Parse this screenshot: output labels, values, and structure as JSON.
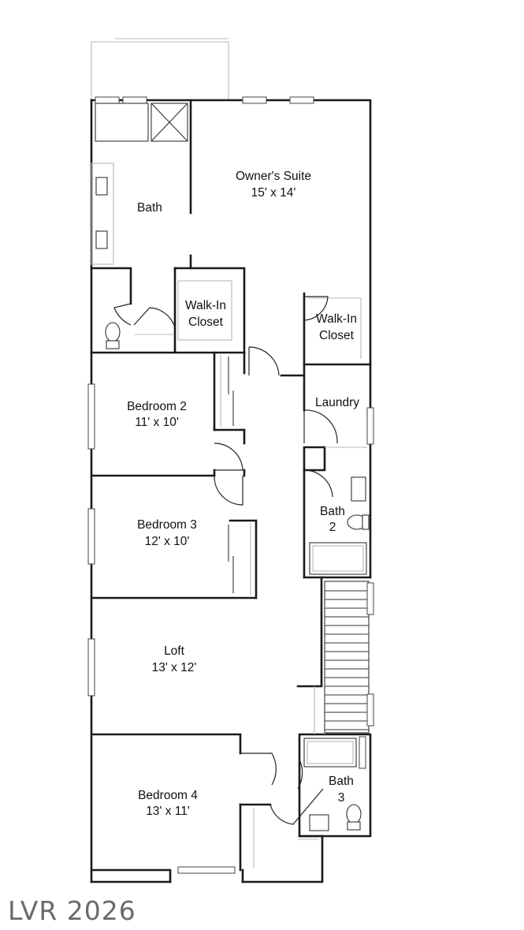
{
  "rooms": [
    {
      "id": "owners-suite",
      "name": "Owner's Suite",
      "size": "15' x 14'"
    },
    {
      "id": "owners-bath",
      "name": "Bath",
      "size": ""
    },
    {
      "id": "walk-in-closet-left",
      "name_line1": "Walk-In",
      "name_line2": "Closet"
    },
    {
      "id": "walk-in-closet-right",
      "name_line1": "Walk-In",
      "name_line2": "Closet"
    },
    {
      "id": "laundry",
      "name": "Laundry"
    },
    {
      "id": "bedroom-2",
      "name": "Bedroom 2",
      "size": "11' x 10'"
    },
    {
      "id": "bedroom-3",
      "name": "Bedroom 3",
      "size": "12' x 10'"
    },
    {
      "id": "bath-2",
      "name_line1": "Bath",
      "name_line2": "2"
    },
    {
      "id": "loft",
      "name": "Loft",
      "size": "13' x 12'"
    },
    {
      "id": "bedroom-4",
      "name": "Bedroom 4",
      "size": "13' x 11'"
    },
    {
      "id": "bath-3",
      "name_line1": "Bath",
      "name_line2": "3"
    }
  ],
  "watermark": "LVR 2026"
}
